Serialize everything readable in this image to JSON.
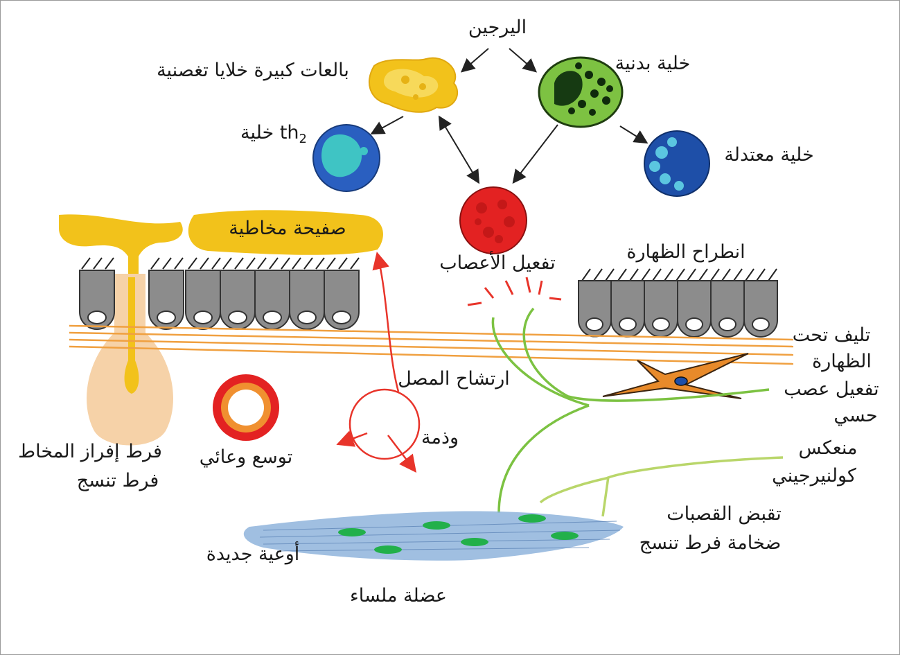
{
  "labels": {
    "allergen": "اليرجين",
    "mast_cell": "خلية بدنية",
    "macrophages": "بالعات كبيرة خلايا تغصنية",
    "th2_prefix": "خلية ",
    "th2_main": "th",
    "th2_sub": "2",
    "neutrophil": "خلية معتدلة",
    "mucus_plug": "صفيحة مخاطية",
    "nerve_activation": "تفعيل الأعصاب",
    "epithelial_shedding": "انطراح الظهارة",
    "subepithelial_fibrosis_1": "تليف تحت",
    "subepithelial_fibrosis_2": "الظهارة",
    "sensory_nerve_1": "تفعيل عصب",
    "sensory_nerve_2": "حسي",
    "plasma_leak": "ارتشاح المصل",
    "edema": "وذمة",
    "vasodilation": "توسع وعائي",
    "mucus_hyper_1": "فرط إفراز المخاط",
    "mucus_hyper_2": "فرط تنسج",
    "cholinergic_1": "منعكس",
    "cholinergic_2": "كولنيرجيني",
    "bronchoconstriction_1": "تقبض القصبات",
    "bronchoconstriction_2": "ضخامة فرط تنسج",
    "new_vessels": "أوعية جديدة",
    "smooth_muscle": "عضلة ملساء"
  },
  "colors": {
    "mucus": "#f2c21b",
    "goblet_gland": "#f6d2a8",
    "epithelium": "#8c8c8c",
    "fibrosis_lines": "#f0a040",
    "red_arrow": "#e8342a",
    "nerve_green": "#7cc242",
    "cholinergic_green": "#b9d66a",
    "mast_cell": "#7dc242",
    "th2_cell": "#2a5fc0",
    "neutrophil": "#1e4fa8",
    "nerve_cell": "#e32222",
    "muscle": "#8fb4dc",
    "vessel_nuclei": "#22b04a",
    "fibroblast": "#e88a2a"
  }
}
